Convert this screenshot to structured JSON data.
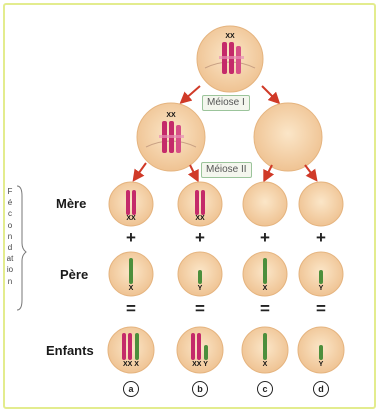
{
  "colors": {
    "cell": "#f2cfa4",
    "cell_edge": "#e5b47f",
    "chrom_red": "#c42a6a",
    "chrom_green": "#4c8f3c",
    "arrow": "#d03a28",
    "frame": "#e3ec8e"
  },
  "stages": {
    "meiose1": "Méiose I",
    "meiose2": "Méiose II"
  },
  "side_label": "Fécondation",
  "rows": {
    "mother": "Mère",
    "father": "Père",
    "children": "Enfants"
  },
  "operators": {
    "plus": "+",
    "equals": "="
  },
  "chromosomes": {
    "top": "XX",
    "meiose1_left": "XX",
    "mother_a": "XX",
    "mother_b": "XX",
    "father_a": "X",
    "father_b": "Y",
    "father_c": "X",
    "father_d": "Y",
    "child_a": "XX X",
    "child_b": "XX Y",
    "child_c": "X",
    "child_d": "Y"
  },
  "columns": [
    "a",
    "b",
    "c",
    "d"
  ]
}
